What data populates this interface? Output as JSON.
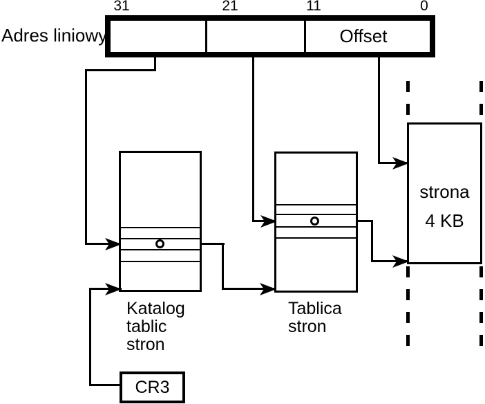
{
  "diagram": {
    "linear_address": {
      "label": "Adres liniowy",
      "bit_positions": [
        "31",
        "21",
        "11",
        "0"
      ],
      "offset_field": "Offset"
    },
    "page_directory": {
      "name_lines": [
        "Katalog",
        "tablic",
        "stron"
      ]
    },
    "page_table": {
      "name_lines": [
        "Tablica",
        "stron"
      ]
    },
    "page_frame": {
      "name_lines": [
        "strona",
        "4 KB"
      ]
    },
    "register": {
      "label": "CR3"
    },
    "colors": {
      "ink": "#000000",
      "paper": "#ffffff"
    }
  }
}
